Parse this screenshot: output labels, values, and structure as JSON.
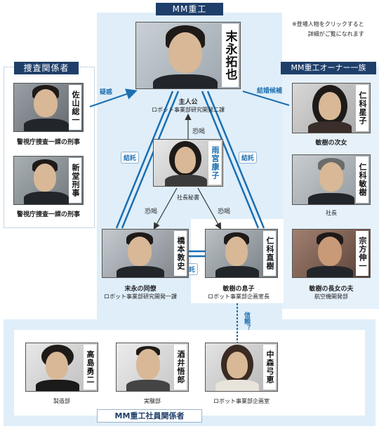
{
  "note": {
    "line1": "※登場人物をクリックすると",
    "line2": "詳細がご覧になれます"
  },
  "groups": {
    "mm": "MM重工",
    "police": "捜査関係者",
    "owner": "MM重工オーナー一族",
    "staff": "MM重工社員関係者"
  },
  "people": {
    "suenaga": {
      "name": "末永拓也",
      "role1": "主人公",
      "role2": "ロボット事業部研究開発二課"
    },
    "sayama": {
      "name": "佐山総一",
      "role": "警視庁捜査一課の刑事"
    },
    "shindo": {
      "name": "新堂刑事",
      "role": "警視庁捜査一課の刑事"
    },
    "amamiya": {
      "name": "雨宮康子",
      "role": "社長秘書"
    },
    "hoshiko": {
      "name": "仁科星子",
      "role": "敏樹の次女"
    },
    "toshiki": {
      "name": "仁科敏樹",
      "role": "社長"
    },
    "hashimoto": {
      "name": "橋本敦史",
      "role1": "末永の同僚",
      "role2": "ロボット事業部研究開発一課"
    },
    "naoki": {
      "name": "仁科直樹",
      "role1": "敏樹の息子",
      "role2": "ロボット事業部企画室長"
    },
    "munakata": {
      "name": "宗方伸一",
      "role1": "敏樹の長女の夫",
      "role2": "航空機開発部"
    },
    "takashima": {
      "name": "高島勇二",
      "role": "製造部"
    },
    "sakai": {
      "name": "酒井悟郎",
      "role": "実験部"
    },
    "nakamori": {
      "name": "中森弓恵",
      "role": "ロボット事業部企画室"
    }
  },
  "edges": {
    "doubt": "疑惑",
    "engaged": "結婚候補",
    "threat1": "恐喝",
    "threat2": "恐喝",
    "threat3": "恐喝",
    "conspiracy1": "結託",
    "conspiracy2": "結託",
    "conspiracy3": "結託",
    "trust": "信頼？"
  }
}
